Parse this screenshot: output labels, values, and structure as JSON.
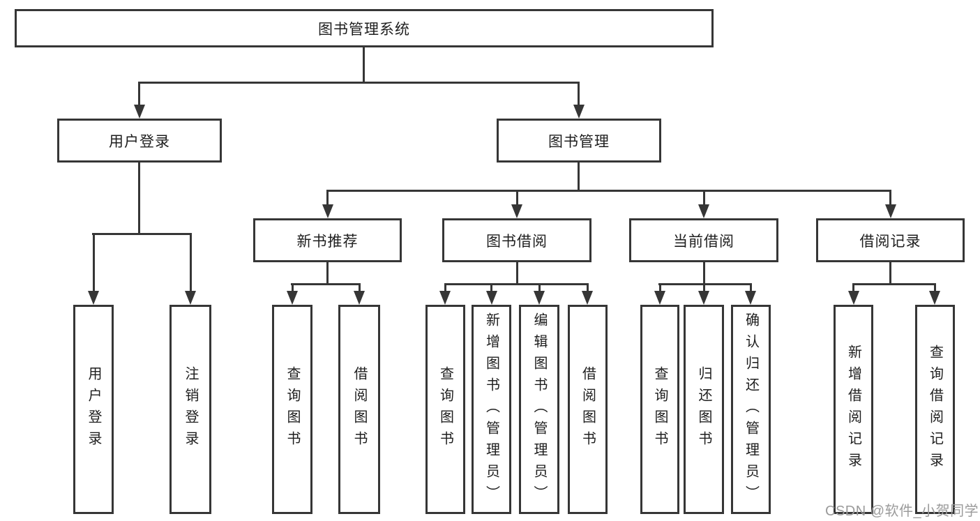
{
  "colors": {
    "line": "#363636",
    "text": "#1e1e1e",
    "watermark": "#9b9b9b",
    "background": "#ffffff"
  },
  "tree": {
    "root": {
      "label": "图书管理系统",
      "children": [
        {
          "label": "用户登录",
          "children": [
            {
              "label": "用户登录"
            },
            {
              "label": "注销登录"
            }
          ]
        },
        {
          "label": "图书管理",
          "children": [
            {
              "label": "新书推荐",
              "children": [
                {
                  "label": "查询图书"
                },
                {
                  "label": "借阅图书"
                }
              ]
            },
            {
              "label": "图书借阅",
              "children": [
                {
                  "label": "查询图书"
                },
                {
                  "label": "新增图书（管理员）"
                },
                {
                  "label": "编辑图书（管理员）"
                },
                {
                  "label": "借阅图书"
                }
              ]
            },
            {
              "label": "当前借阅",
              "children": [
                {
                  "label": "查询图书"
                },
                {
                  "label": "归还图书"
                },
                {
                  "label": "确认归还（管理员）"
                }
              ]
            },
            {
              "label": "借阅记录",
              "children": [
                {
                  "label": "新增借阅记录"
                },
                {
                  "label": "查询借阅记录"
                }
              ]
            }
          ]
        }
      ]
    }
  },
  "watermark": {
    "text": "CSDN @软件_小贺同学"
  }
}
